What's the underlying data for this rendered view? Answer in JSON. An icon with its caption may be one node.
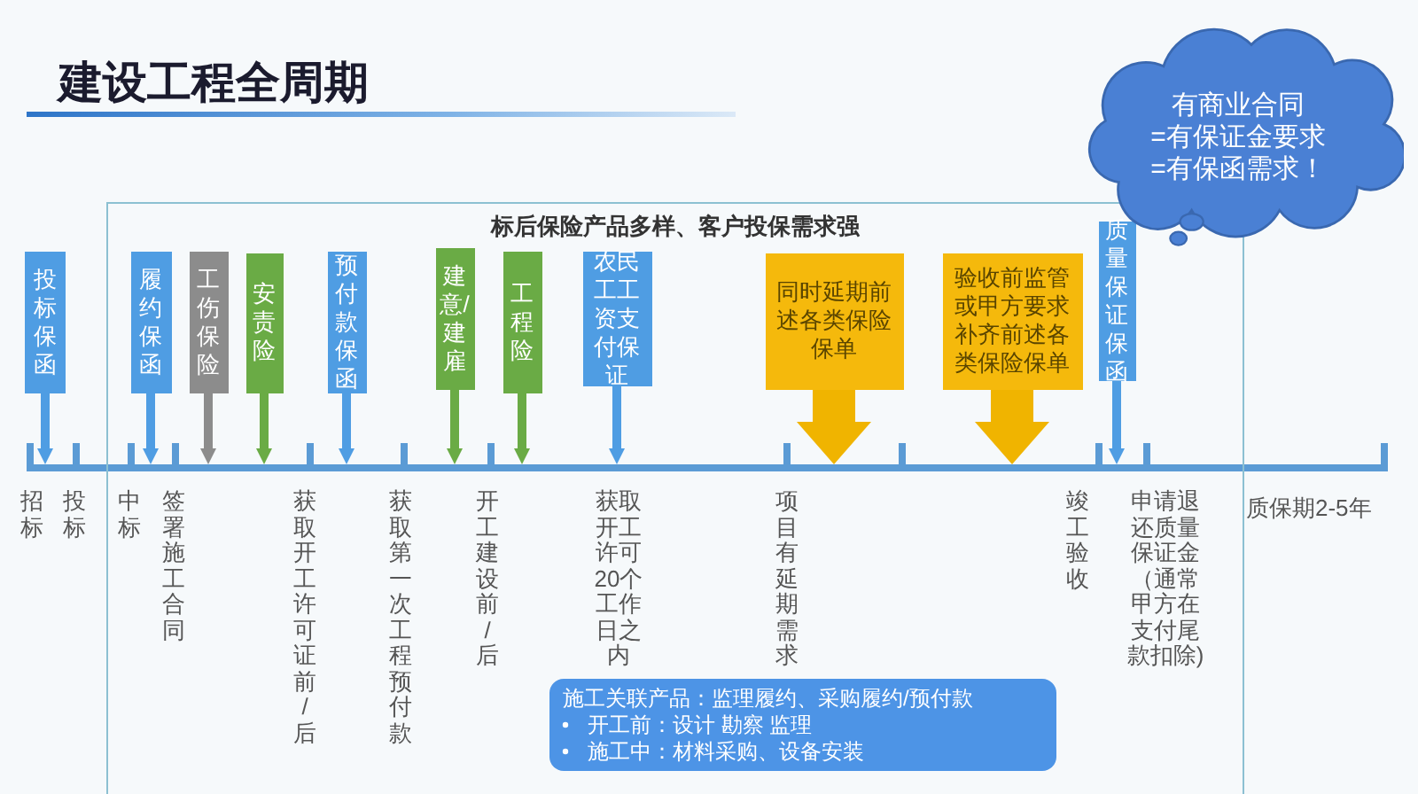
{
  "diagram": {
    "title": "建设工程全周期",
    "nodes": [
      {
        "text": [
          "标后保险产品多样、客户投保需求强"
        ]
      },
      {
        "text": [
          "投标保函"
        ]
      },
      {
        "text": [
          "履约保函"
        ],
        "in": 0
      },
      {
        "text": [
          "工伤保险"
        ],
        "in": 0
      },
      {
        "text": [
          "安责险"
        ],
        "in": 0
      },
      {
        "text": [
          "预付款保函"
        ],
        "in": 0
      },
      {
        "text": [
          "建意/建雇"
        ],
        "in": 0
      },
      {
        "text": [
          "工程险"
        ],
        "in": 0
      },
      {
        "text": [
          "农民工工资支付保证"
        ],
        "in": 0
      },
      {
        "text": [
          "同时延期前述各类保险保单"
        ],
        "in": 0
      },
      {
        "text": [
          "验收前监管或甲方要求补齐前述各类保险保单"
        ],
        "in": 0
      },
      {
        "text": [
          "质量保证保函"
        ],
        "in": 0
      },
      {
        "text": [
          "有商业合同",
          "=有保证金要求",
          "=有保函需求！"
        ]
      },
      {
        "text": [
          "施工关联产品：监理履约、采购履约/预付款",
          "开工前：设计 勘察 监理",
          "施工中：材料采购、设备安装"
        ],
        "in": 0
      }
    ],
    "edges": [
      {
        "from": 1,
        "to": null,
        "arrow": "to"
      },
      {
        "from": 2,
        "to": null,
        "arrow": "to"
      },
      {
        "from": 3,
        "to": null,
        "arrow": "to",
        "color": "#8c8c8c"
      },
      {
        "from": 4,
        "to": null,
        "arrow": "to",
        "color": "#6aab45"
      },
      {
        "from": 5,
        "to": null,
        "arrow": "to"
      },
      {
        "from": 6,
        "to": null,
        "arrow": "to",
        "color": "#6aab45"
      },
      {
        "from": 7,
        "to": null,
        "arrow": "to",
        "color": "#6aab45"
      },
      {
        "from": 8,
        "to": null,
        "arrow": "to"
      },
      {
        "from": 9,
        "to": null,
        "arrow": "to",
        "style": "thick",
        "color": "#f0b400"
      },
      {
        "from": 10,
        "to": null,
        "arrow": "to",
        "style": "thick",
        "color": "#f0b400"
      },
      {
        "from": 11,
        "to": null,
        "arrow": "to"
      }
    ],
    "labels": [
      "招标",
      "投标",
      "中标",
      "签署施工合同",
      "获取开工许可证前/后",
      "获取第一次工程预付款",
      "开工建设前/后",
      "获取开工许可20个工作日之内",
      "项目有延期需求",
      "竣工验收",
      "申请退还质量保证金（通常甲方在支付尾款扣除)",
      "质保期2-5年"
    ]
  }
}
